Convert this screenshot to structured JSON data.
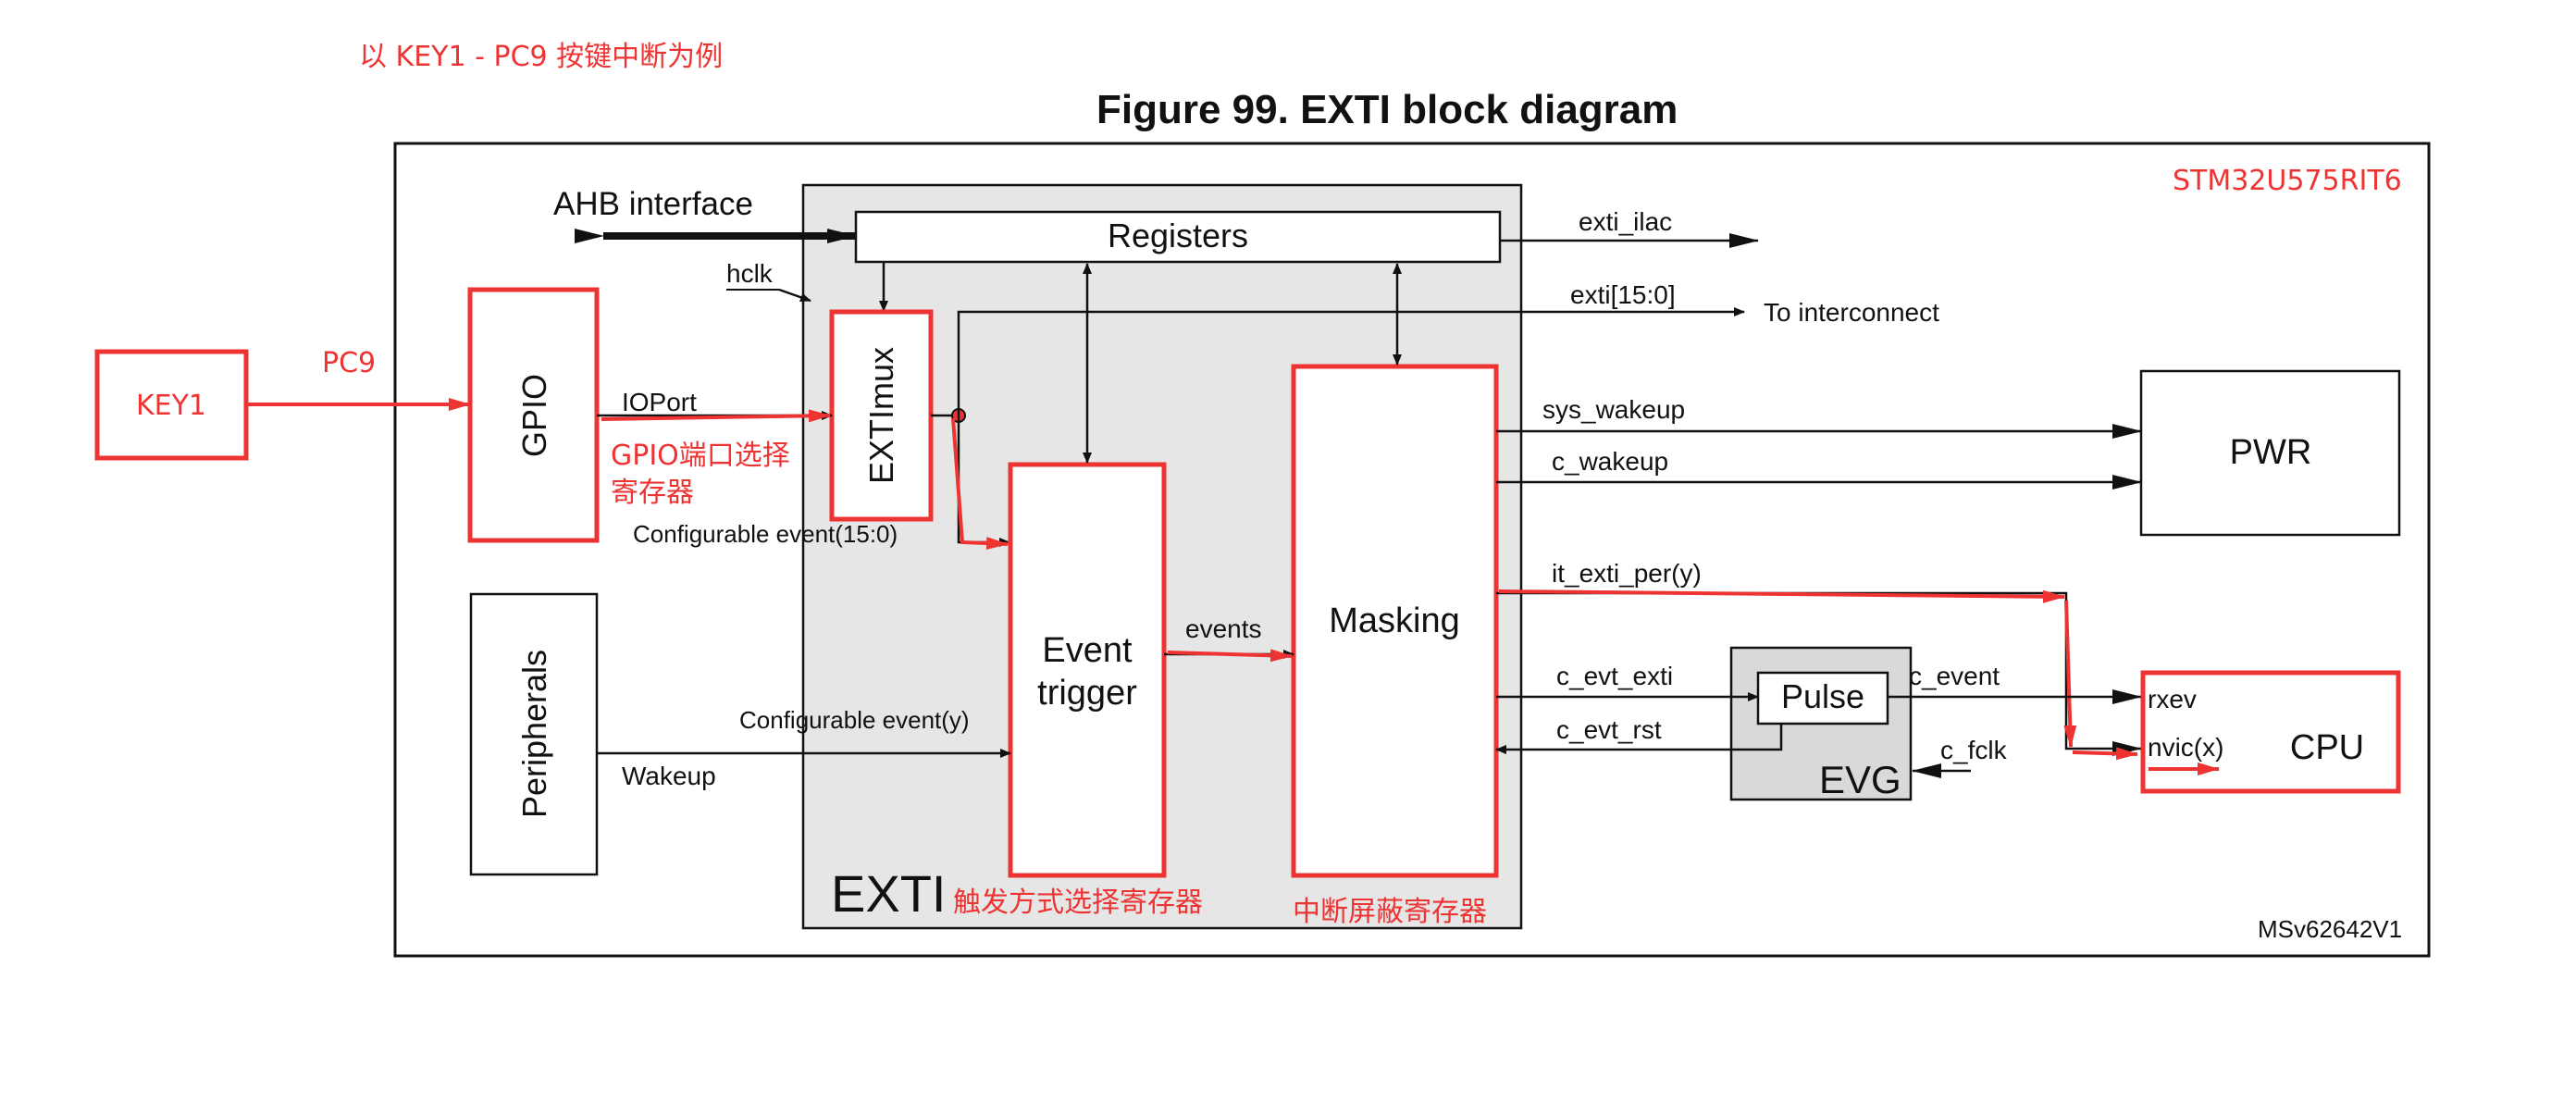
{
  "annotation_top": "以 KEY1 - PC9 按键中断为例",
  "figure_title": "Figure 99. EXTI block diagram",
  "chip_label": "STM32U575RIT6",
  "version_label": "MSv62642V1",
  "blocks": {
    "key1": "KEY1",
    "gpio": "GPIO",
    "peripherals": "Peripherals",
    "extimux": "EXTImux",
    "registers": "Registers",
    "event_trigger_line1": "Event",
    "event_trigger_line2": "trigger",
    "masking": "Masking",
    "pulse": "Pulse",
    "evg": "EVG",
    "pwr": "PWR",
    "cpu": "CPU",
    "exti": "EXTI"
  },
  "signals": {
    "pc9": "PC9",
    "ahb_interface": "AHB interface",
    "hclk": "hclk",
    "ioport": "IOPort",
    "configurable_event_15_0": "Configurable event(15:0)",
    "configurable_event_y": "Configurable event(y)",
    "wakeup": "Wakeup",
    "events": "events",
    "exti_ilac": "exti_ilac",
    "exti_15_0": "exti[15:0]",
    "to_interconnect": "To interconnect",
    "sys_wakeup": "sys_wakeup",
    "c_wakeup": "c_wakeup",
    "it_exti_per_y": "it_exti_per(y)",
    "c_evt_exti": "c_evt_exti",
    "c_evt_rst": "c_evt_rst",
    "c_event": "c_event",
    "c_fclk": "c_fclk",
    "rxev": "rxev",
    "nvic_x": "nvic(x)"
  },
  "annotations": {
    "gpio_reg_line1": "GPIO端口选择",
    "gpio_reg_line2": "寄存器",
    "trigger_reg": "触发方式选择寄存器",
    "mask_reg": "中断屏蔽寄存器"
  },
  "colors": {
    "annotation_red": "#ee3333",
    "exti_fill": "#e6e6e6",
    "evg_fill": "#d9d9d9",
    "line": "#111111"
  }
}
